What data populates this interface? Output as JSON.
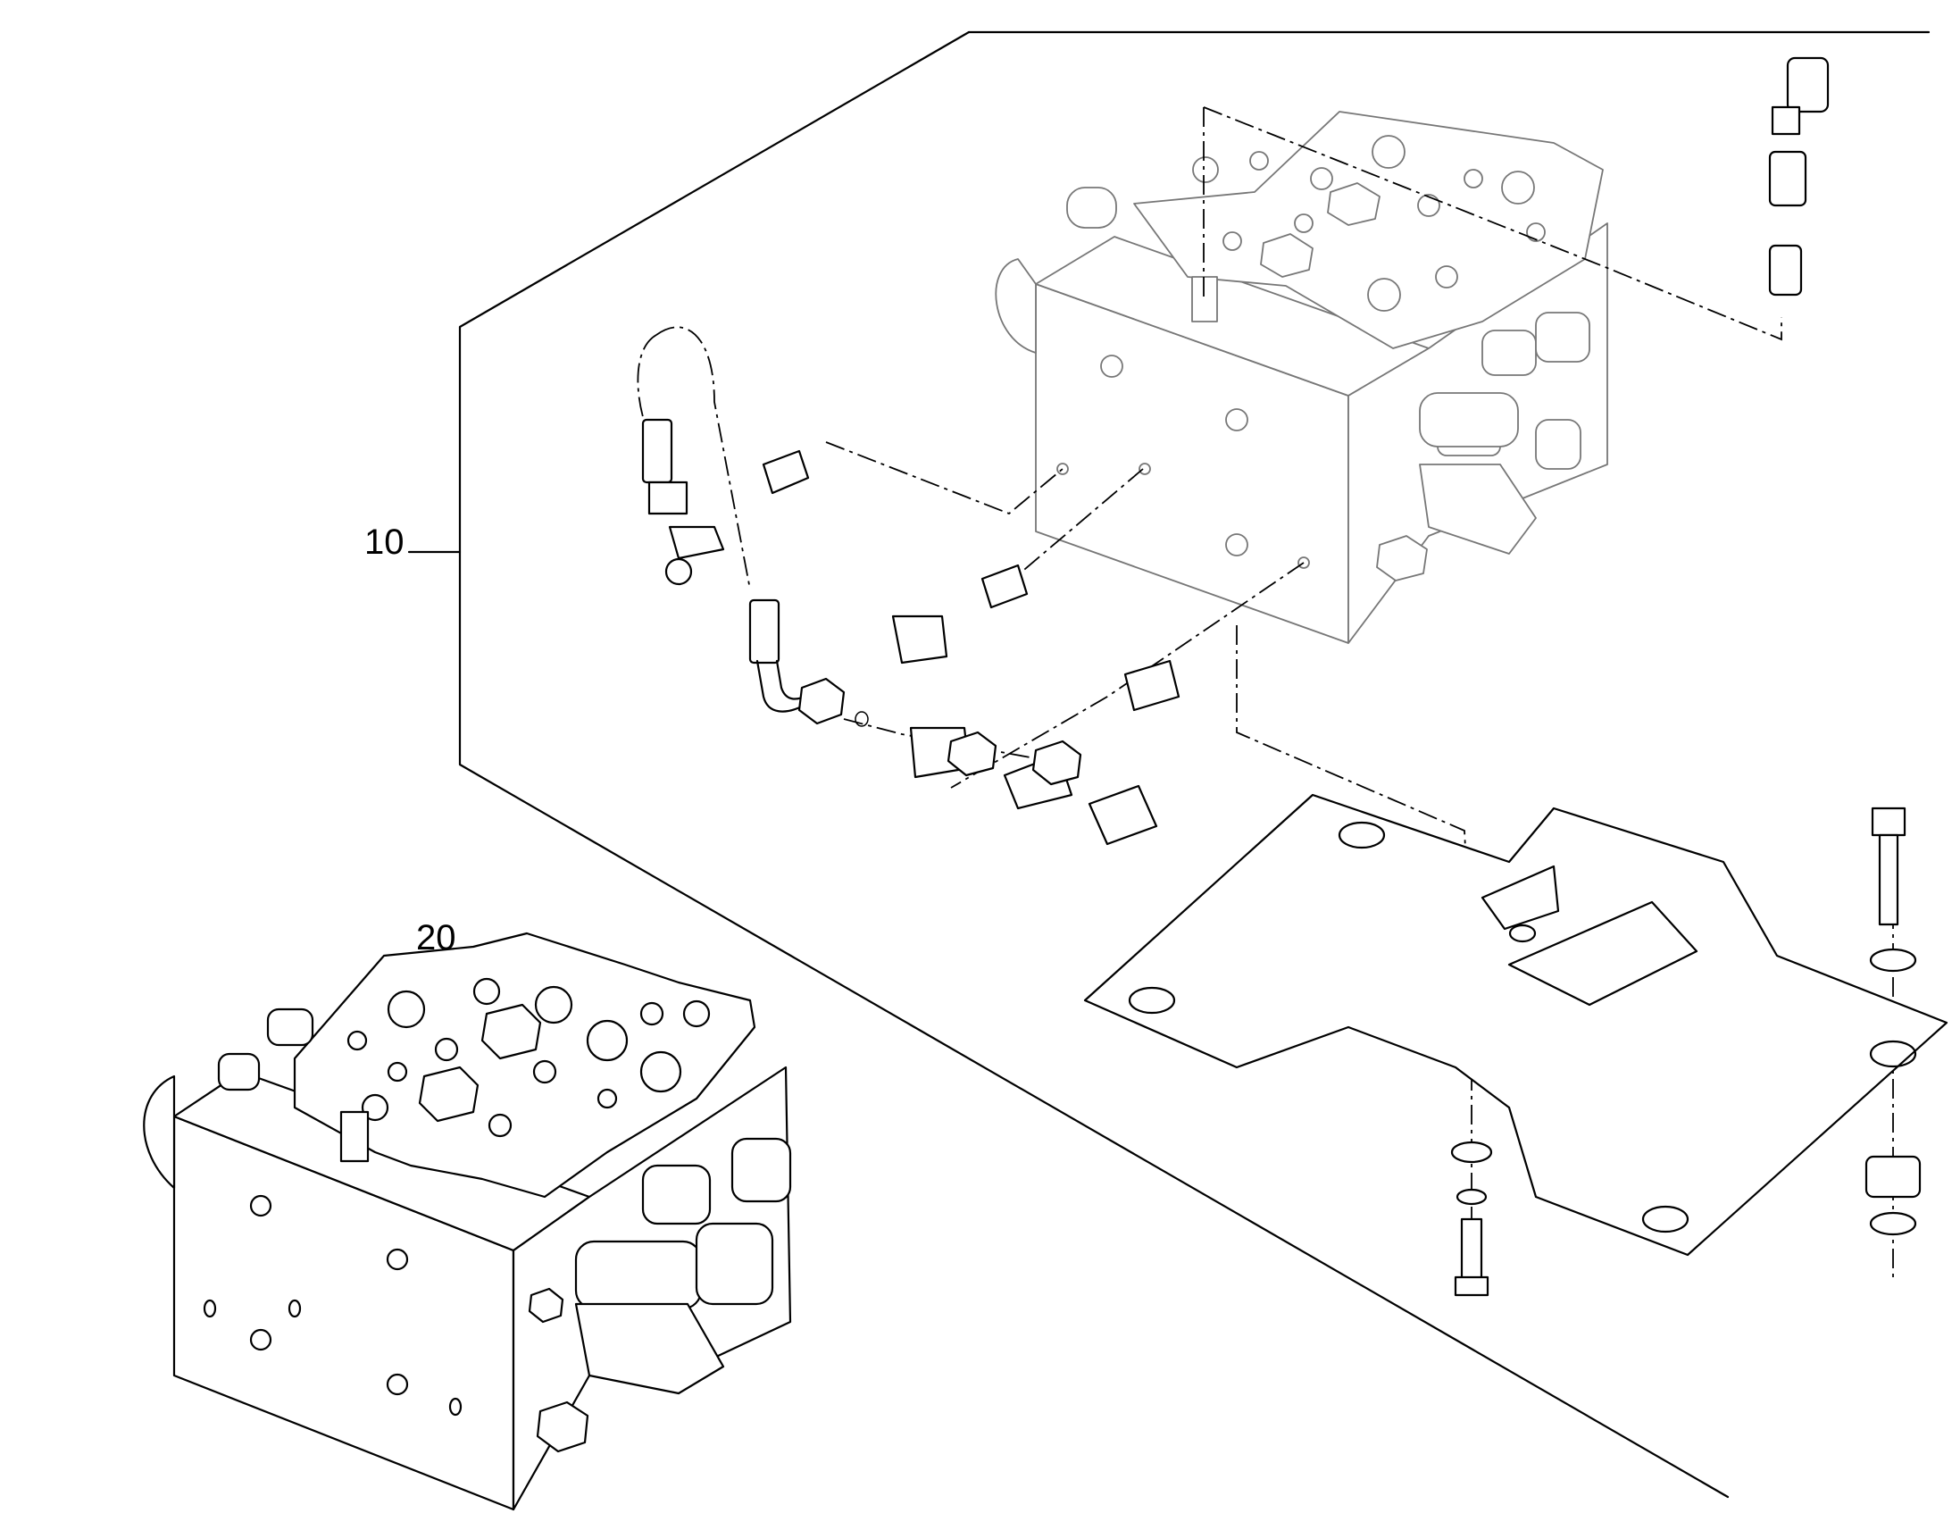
{
  "diagram": {
    "callouts": [
      {
        "id": "assembly-group",
        "label": "10"
      },
      {
        "id": "control-valve-assembly",
        "label": "20"
      }
    ]
  }
}
